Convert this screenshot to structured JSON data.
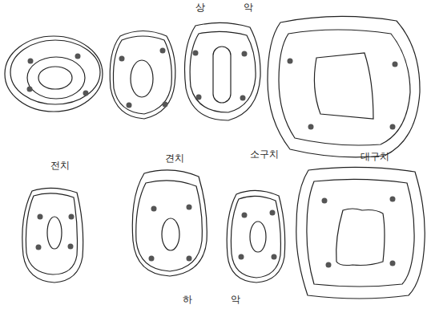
{
  "diagram": {
    "labels": [
      "상 악",
      "전치",
      "견치",
      "소구치",
      "대구치",
      "하 악"
    ]
  }
}
